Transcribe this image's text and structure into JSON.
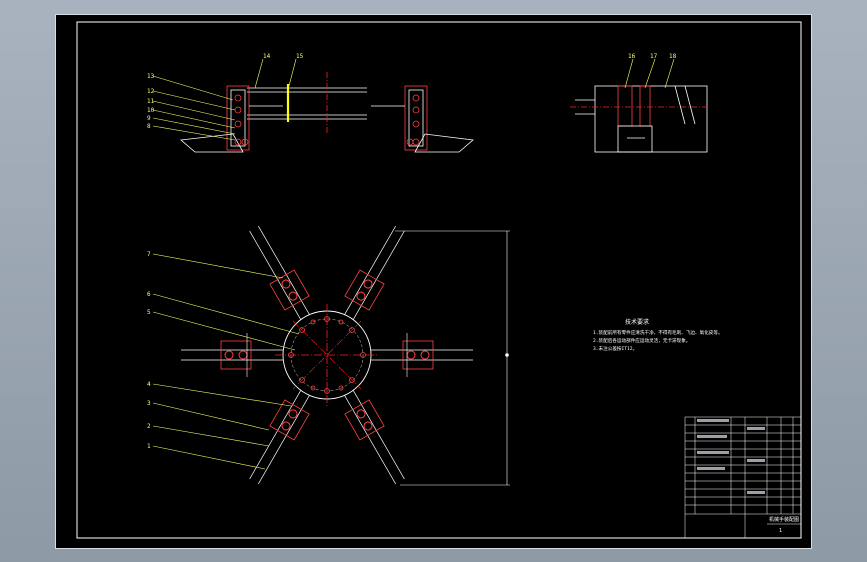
{
  "callouts_front": [
    "13",
    "12",
    "11",
    "10",
    "9",
    "8",
    "14",
    "15"
  ],
  "callouts_side": [
    "16",
    "17",
    "18"
  ],
  "callouts_plan": [
    "7",
    "6",
    "5",
    "4",
    "3",
    "2",
    "1"
  ],
  "tech_notes": {
    "heading": "技术要求",
    "lines": [
      "1.装配前所有零件应清洗干净，不得有毛刺、飞边、氧化皮等。",
      "2.装配后各运动部件应运动灵活，无卡滞现象。",
      "3.未注公差按IT12。"
    ]
  },
  "title_block": {
    "part_name": "机械手装配图",
    "sheet_label": "1"
  },
  "colors": {
    "background": "#000000",
    "white_line": "#ffffff",
    "center_line": "#ff2020",
    "callout_line": "#ffff66",
    "highlight": "#ffff00"
  }
}
